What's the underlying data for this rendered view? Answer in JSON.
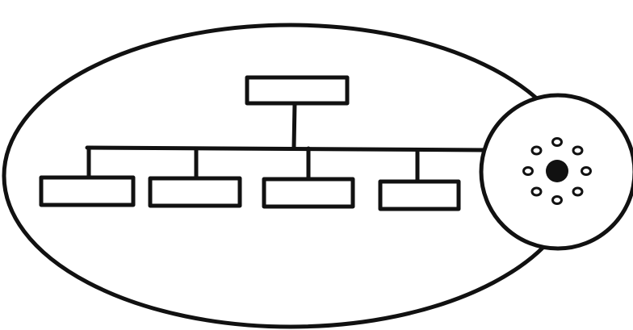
{
  "diagram": {
    "stroke_color": "#111111",
    "fill_color": "#ffffff",
    "nucleus_color": "#111111",
    "org_chart": {
      "top_box_count": 1,
      "child_box_count": 4
    },
    "cell": {
      "satellite_count": 8
    }
  }
}
